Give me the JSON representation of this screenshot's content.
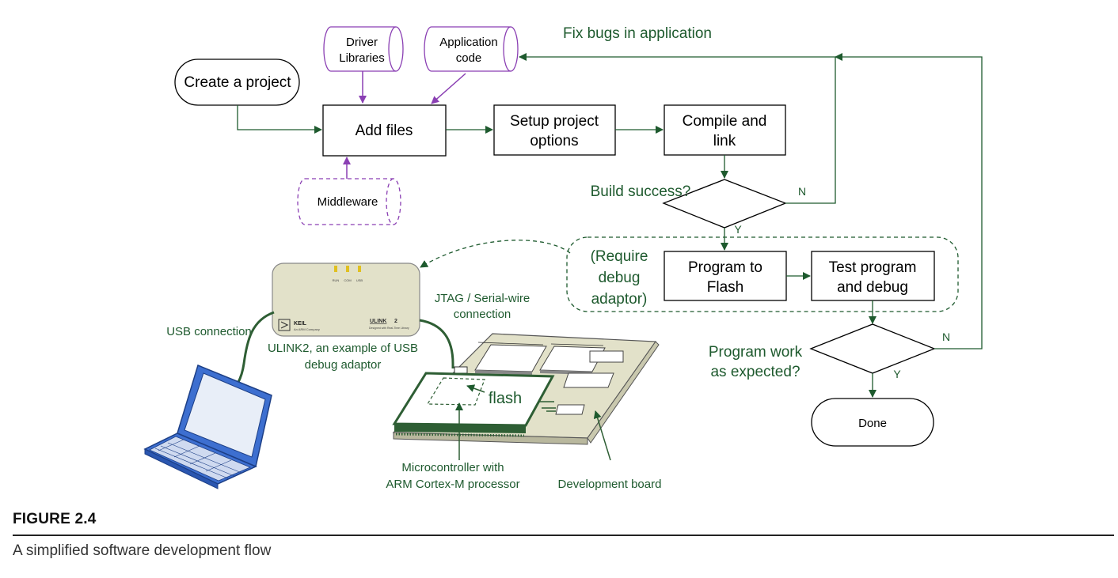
{
  "figure": {
    "number": "FIGURE 2.4",
    "caption": "A simplified software development flow"
  },
  "colors": {
    "arrow": "#1e5a2e",
    "label": "#1e5a2e",
    "purple": "#8a3fb3",
    "board": "#e2e1c9",
    "chip_green": "#2e5e34",
    "laptop_blue": "#3d6fd0"
  },
  "flow": {
    "create_project": "Create a project",
    "add_files": "Add files",
    "setup_options": [
      "Setup project",
      "options"
    ],
    "compile_link": [
      "Compile and",
      "link"
    ],
    "build_success": "Build success?",
    "branch_no": "N",
    "branch_yes": "Y",
    "fix_bugs": "Fix bugs in application",
    "require_debug": [
      "(Require",
      "debug",
      "adaptor)"
    ],
    "program_flash": [
      "Program to",
      "Flash"
    ],
    "test_debug": [
      "Test program",
      "and debug"
    ],
    "program_work": [
      "Program work",
      "as expected?"
    ],
    "branch_no_2": "N",
    "branch_yes_2": "Y",
    "done": "Done"
  },
  "sources": {
    "driver_libraries": [
      "Driver",
      "Libraries"
    ],
    "application_code": [
      "Application",
      "code"
    ],
    "middleware": "Middleware"
  },
  "hardware": {
    "usb_connection": "USB connection",
    "ulink2_desc": [
      "ULINK2, an example of USB",
      "debug adaptor"
    ],
    "jtag": [
      "JTAG / Serial-wire",
      "connection"
    ],
    "flash": "flash",
    "mcu": [
      "Microcontroller with",
      "ARM Cortex-M processor"
    ],
    "dev_board": "Development board",
    "keil_logo": "KEIL",
    "keil_sub": "An ARM Company",
    "ulink_logo": "ULINK",
    "ulink_num": "2",
    "ulink_sub": "Designed with Real-Time Library",
    "led_labels": [
      "RUN",
      "COM",
      "USB"
    ]
  }
}
